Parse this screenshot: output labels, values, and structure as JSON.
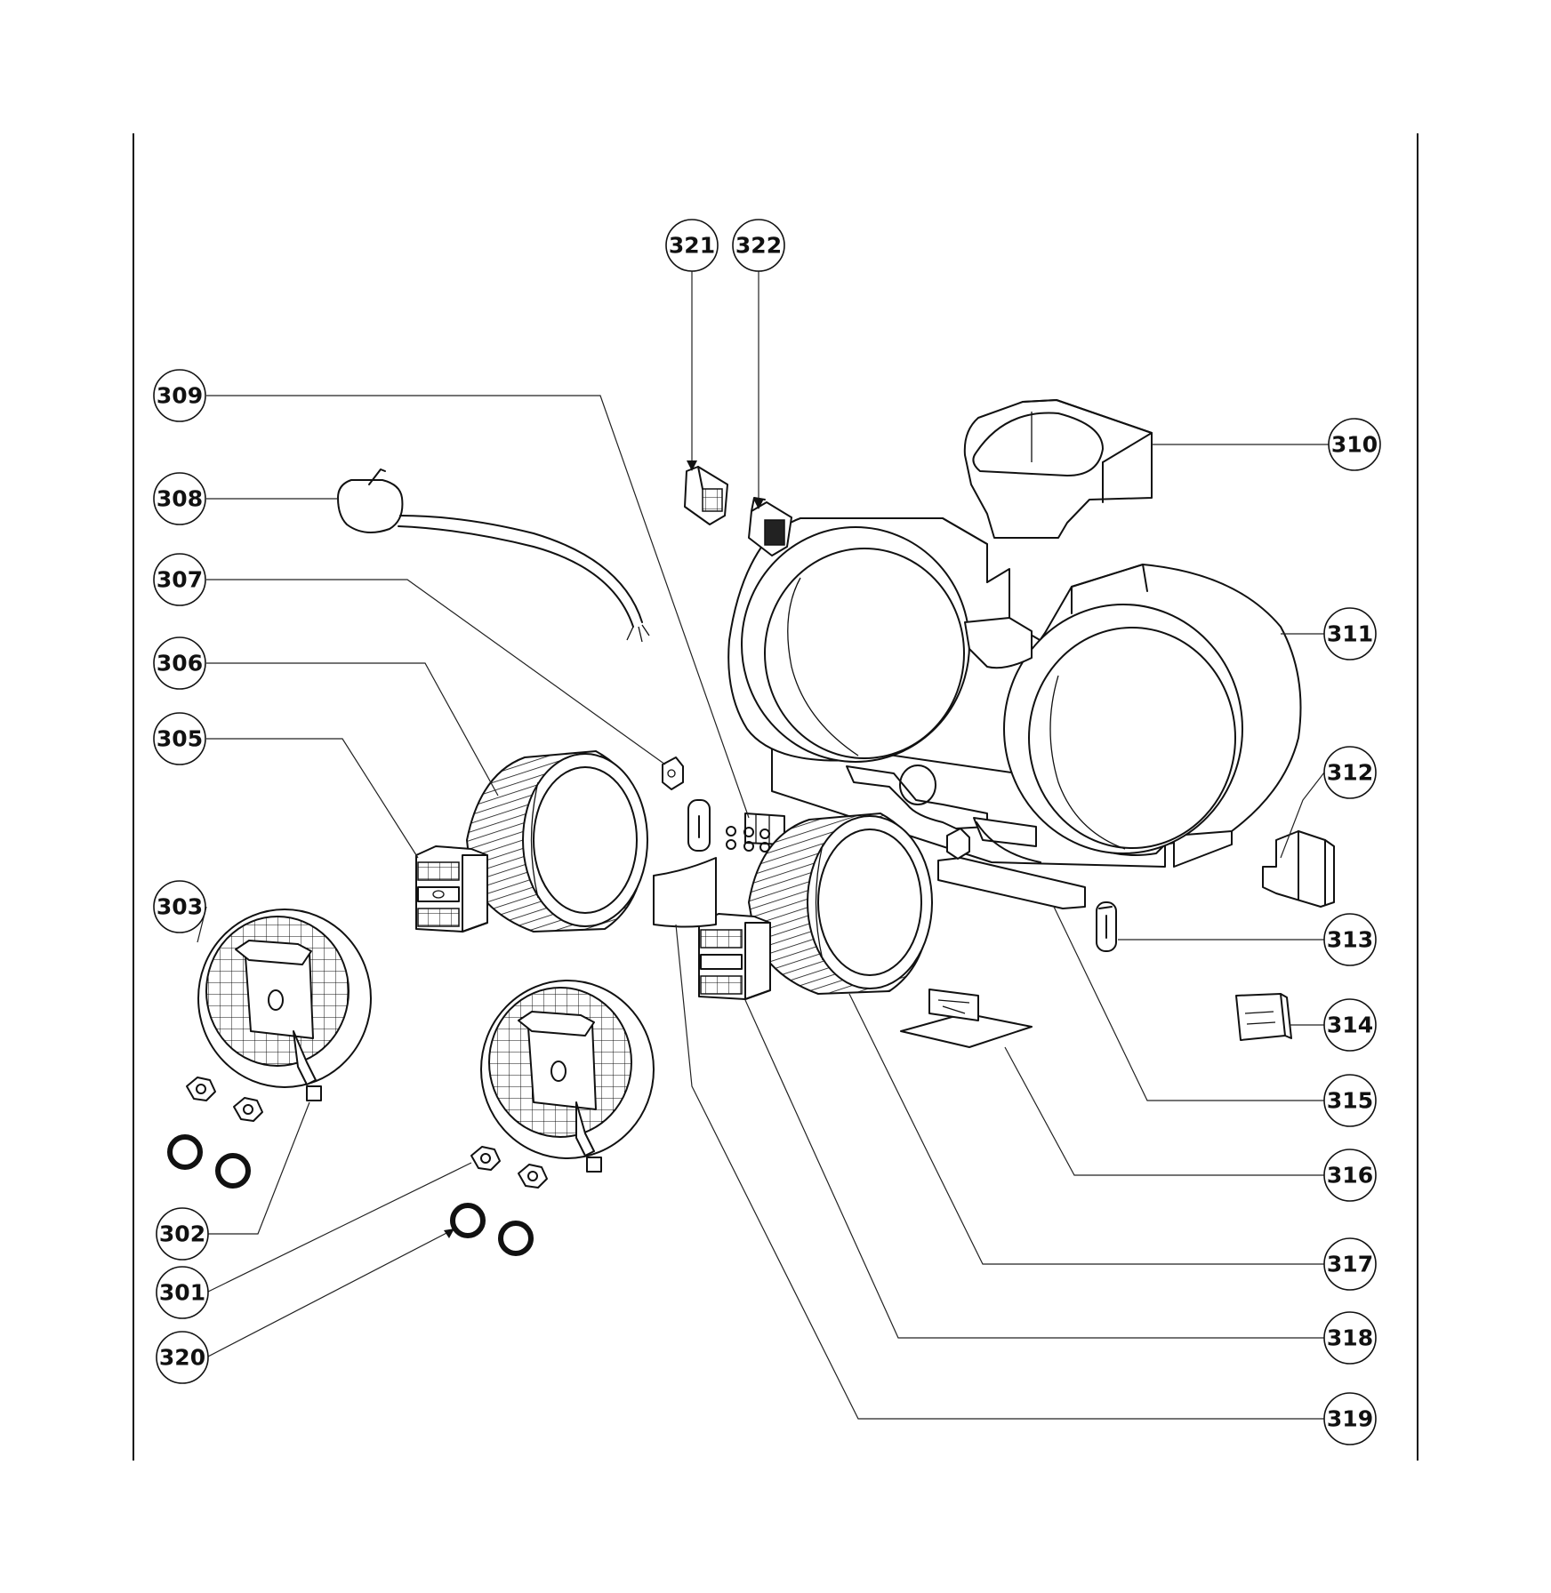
{
  "callouts": {
    "c301": "301",
    "c302": "302",
    "c303": "303",
    "c305": "305",
    "c306": "306",
    "c307": "307",
    "c308": "308",
    "c309": "309",
    "c310": "310",
    "c311": "311",
    "c312": "312",
    "c313": "313",
    "c314": "314",
    "c315": "315",
    "c316": "316",
    "c317": "317",
    "c318": "318",
    "c319": "319",
    "c320": "320",
    "c321": "321",
    "c322": "322"
  }
}
